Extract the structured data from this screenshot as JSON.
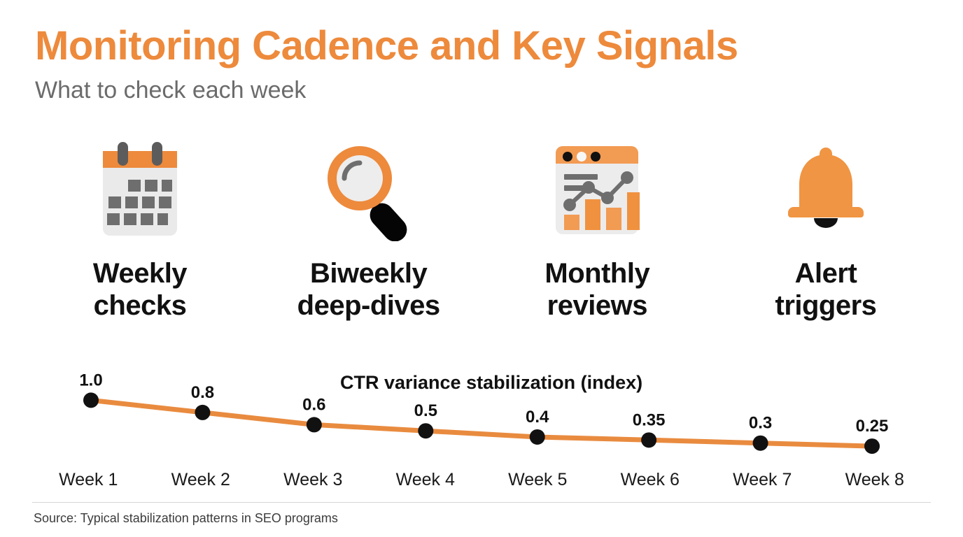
{
  "header": {
    "title": "Monitoring Cadence and Key Signals",
    "subtitle": "What to check each week",
    "title_color": "#ED8A3C",
    "subtitle_color": "#6B6B6B"
  },
  "cards": [
    {
      "icon": "calendar-icon",
      "line1": "Weekly",
      "line2": "checks"
    },
    {
      "icon": "magnifier-icon",
      "line1": "Biweekly",
      "line2": "deep-dives"
    },
    {
      "icon": "dashboard-icon",
      "line1": "Monthly",
      "line2": "reviews"
    },
    {
      "icon": "bell-icon",
      "line1": "Alert",
      "line2": "triggers"
    }
  ],
  "chart_data": {
    "type": "line",
    "title": "CTR variance stabilization (index)",
    "xlabel": "",
    "ylabel": "",
    "categories": [
      "Week 1",
      "Week 2",
      "Week 3",
      "Week 4",
      "Week 5",
      "Week 6",
      "Week 7",
      "Week 8"
    ],
    "values": [
      1.0,
      0.8,
      0.6,
      0.5,
      0.4,
      0.35,
      0.3,
      0.25
    ],
    "data_labels": [
      "1.0",
      "0.8",
      "0.6",
      "0.5",
      "0.4",
      "0.35",
      "0.3",
      "0.25"
    ],
    "ylim": [
      0.0,
      1.05
    ],
    "grid": false,
    "legend": "none",
    "line_color": "#E98B3F",
    "marker_color": "#111111"
  },
  "footer": {
    "source": "Source: Typical stabilization patterns in SEO programs"
  },
  "palette": {
    "orange": "#ED8A3C",
    "orange_light": "#F29B53",
    "gray_dark": "#5C5C5C",
    "gray_light": "#E9E9E9",
    "black": "#111111"
  }
}
